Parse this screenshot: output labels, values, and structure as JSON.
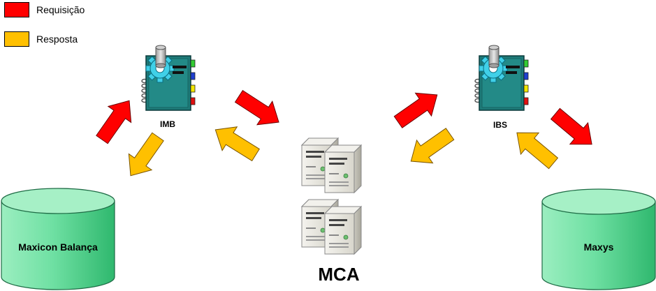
{
  "legend": [
    {
      "label": "Requisição",
      "color": "#ff0000"
    },
    {
      "label": "Resposta",
      "color": "#ffc000"
    }
  ],
  "nodes": {
    "imb": {
      "label": "IMB",
      "icon": "gear-notebook-icon"
    },
    "ibs": {
      "label": "IBS",
      "icon": "gear-notebook-icon"
    },
    "mca": {
      "label": "MCA",
      "icon": "server-stack-icon"
    },
    "maxicon": {
      "label": "Maxicon Balança",
      "icon": "database-icon"
    },
    "maxys": {
      "label": "Maxys",
      "icon": "database-icon"
    }
  },
  "colors": {
    "request": "#ff0000",
    "response": "#ffc000",
    "database": "#5fd998",
    "notebook": "#1e7a78",
    "gear": "#40d0e8",
    "server": "#ecebe6"
  }
}
